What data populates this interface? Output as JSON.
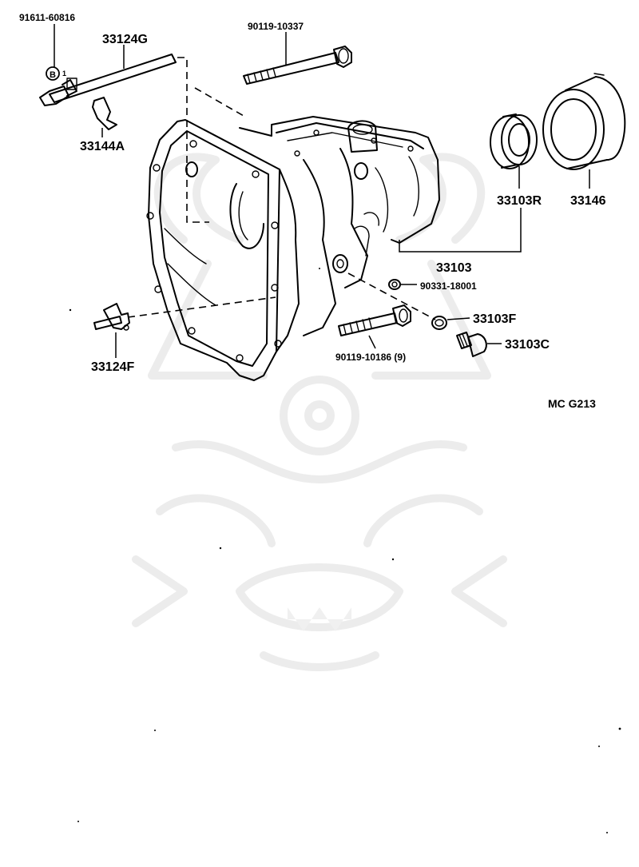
{
  "diagram": {
    "code_label": "MC  G213",
    "parts": [
      {
        "number": "91611-60816"
      },
      {
        "number": "33124G"
      },
      {
        "number": "33144A"
      },
      {
        "number": "90119-10337"
      },
      {
        "number": "33103R"
      },
      {
        "number": "33146"
      },
      {
        "number": "33103"
      },
      {
        "number": "90331-18001"
      },
      {
        "number": "33103F"
      },
      {
        "number": "90119-10186 (9)"
      },
      {
        "number": "33103C"
      },
      {
        "number": "33124F"
      }
    ],
    "callout_letter": "B",
    "callout_sub": "1"
  }
}
